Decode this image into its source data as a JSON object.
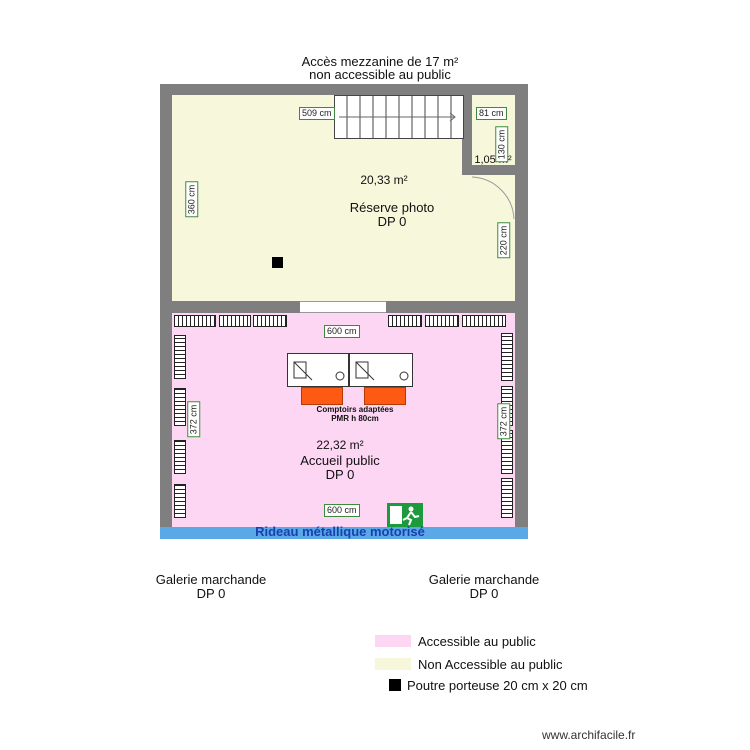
{
  "header": {
    "line1": "Accès mezzanine de 17 m²",
    "line2": "non accessible au public"
  },
  "rooms": {
    "reserve": {
      "area": "20,33 m²",
      "name": "Réserve photo",
      "dp": "DP 0"
    },
    "accueil": {
      "area": "22,32 m²",
      "name": "Accueil public",
      "dp": "DP 0"
    },
    "small": {
      "area": "1,05 m²"
    }
  },
  "dimensions": {
    "top_width": "509 cm",
    "small_width": "81 cm",
    "small_height": "130 cm",
    "reserve_height": "360 cm",
    "door_side": "220 cm",
    "accueil_top_width": "600 cm",
    "accueil_left_height": "372 cm",
    "accueil_right_height": "372 cm",
    "accueil_bottom_width": "600 cm"
  },
  "annotations": {
    "comptoir_line1": "Comptoirs adaptées",
    "comptoir_line2": "PMR h 80cm",
    "rideau": "Rideau métallique motorisé"
  },
  "outside": {
    "galerie_left": {
      "name": "Galerie marchande",
      "dp": "DP 0"
    },
    "galerie_right": {
      "name": "Galerie marchande",
      "dp": "DP 0"
    }
  },
  "legend": {
    "accessible": "Accessible au public",
    "non_accessible": "Non Accessible au public",
    "poutre": "Poutre porteuse 20 cm x 20 cm"
  },
  "footer": {
    "brand": "www.archifacile.fr"
  },
  "colors": {
    "accessible": "#fcd6f3",
    "non_accessible": "#f7f7dc",
    "wall": "#7f7f7f",
    "rideau": "#5aa9e6",
    "rideau_text": "#1a3fb0",
    "counter": "#ff5a14",
    "exit_sign": "#1c9a3c"
  },
  "icons": [
    "staircase-icon",
    "door-swing-icon",
    "emergency-exit-icon",
    "pillar-icon",
    "shelving-icon",
    "desk-icon"
  ]
}
